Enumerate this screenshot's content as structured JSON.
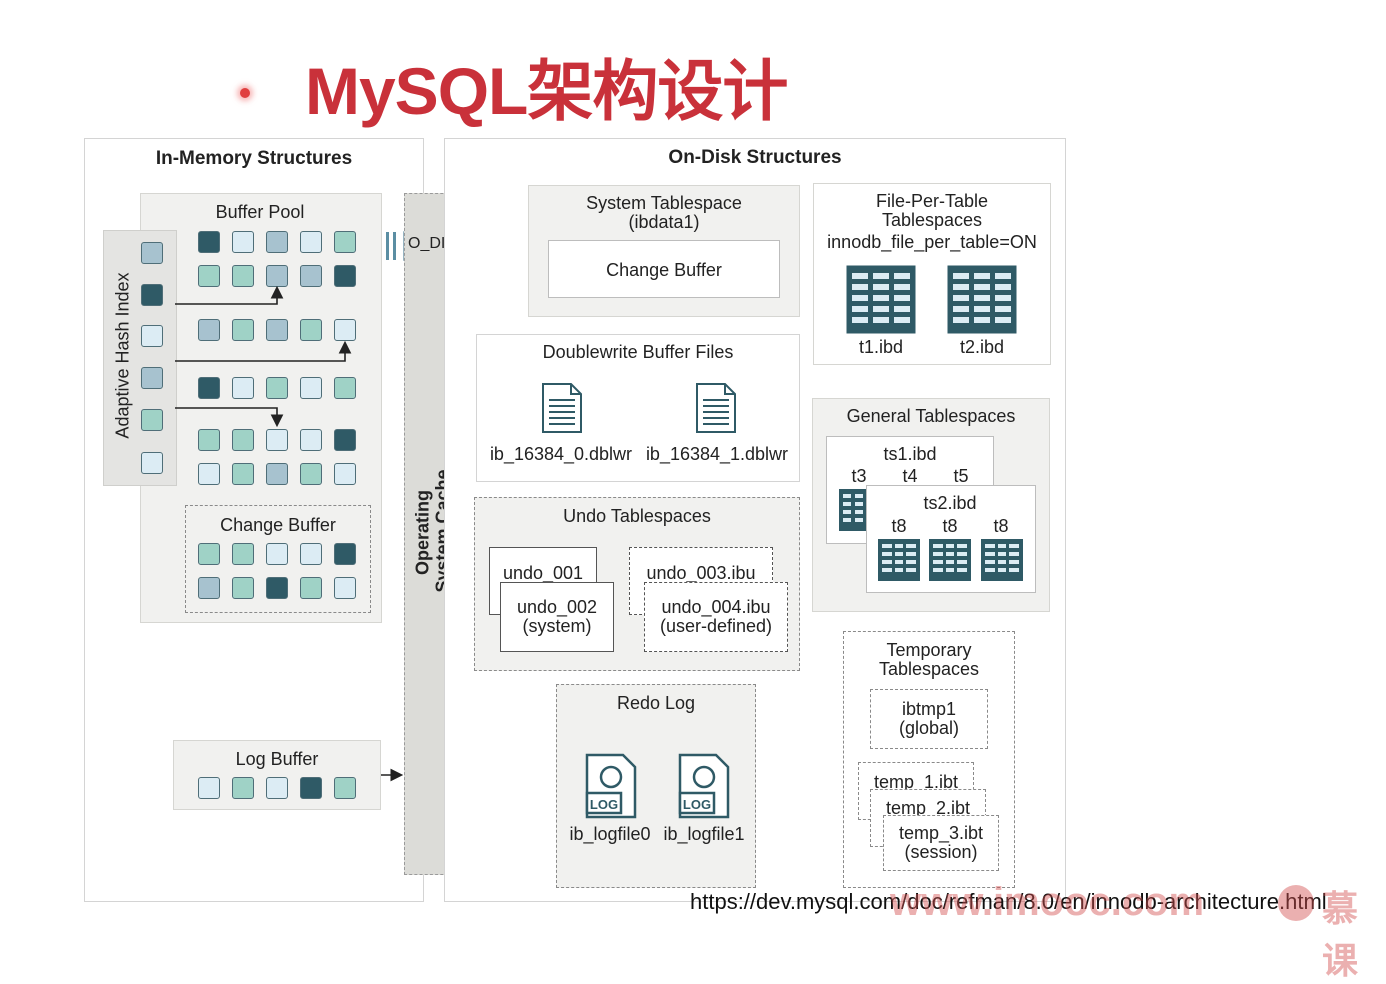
{
  "title": "MySQL架构设计",
  "in_memory": {
    "header": "In-Memory Structures",
    "buffer_pool": "Buffer Pool",
    "adaptive_hash_index": "Adaptive Hash Index",
    "change_buffer": "Change Buffer",
    "log_buffer": "Log Buffer"
  },
  "os_cache": {
    "line1": "Operating",
    "line2": "System Cache"
  },
  "o_direct": "O_DIRECT",
  "on_disk": {
    "header": "On-Disk Structures",
    "system_tablespace": {
      "line1": "System Tablespace",
      "line2": "(ibdata1)",
      "change_buffer": "Change Buffer"
    },
    "file_per_table": {
      "line1": "File-Per-Table",
      "line2": "Tablespaces",
      "setting": "innodb_file_per_table=ON",
      "files": [
        "t1.ibd",
        "t2.ibd"
      ]
    },
    "doublewrite": {
      "header": "Doublewrite Buffer Files",
      "files": [
        "ib_16384_0.dblwr",
        "ib_16384_1.dblwr"
      ]
    },
    "general": {
      "header": "General Tablespaces",
      "ts1": "ts1.ibd",
      "ts1_tables": [
        "t3",
        "t4",
        "t5"
      ],
      "ts2": "ts2.ibd",
      "ts2_tables": [
        "t8",
        "t8",
        "t8"
      ]
    },
    "undo": {
      "header": "Undo Tablespaces",
      "undo_001": "undo_001",
      "undo_002": "undo_002",
      "undo_002_note": "(system)",
      "undo_003": "undo_003.ibu",
      "undo_004": "undo_004.ibu",
      "undo_004_note": "(user-defined)"
    },
    "redo": {
      "header": "Redo Log",
      "files": [
        "ib_logfile0",
        "ib_logfile1"
      ],
      "icon_text": "LOG"
    },
    "temporary": {
      "line1": "Temporary",
      "line2": "Tablespaces",
      "ibtmp1": "ibtmp1",
      "ibtmp1_note": "(global)",
      "temp1": "temp_1.ibt",
      "temp2": "temp_2.ibt",
      "temp3": "temp_3.ibt",
      "temp3_note": "(session)"
    }
  },
  "source_url": "https://dev.mysql.com/doc/refman/8.0/en/innodb-architecture.html",
  "watermark": {
    "site": "www.imooc.com",
    "brand": "慕课"
  },
  "colors": {
    "title": "#c9313a",
    "dark_page": "#2f5a66",
    "teal_page": "#9fd2c6",
    "light_page": "#dcecf4",
    "arrow_fill": "#c5dbe4"
  }
}
